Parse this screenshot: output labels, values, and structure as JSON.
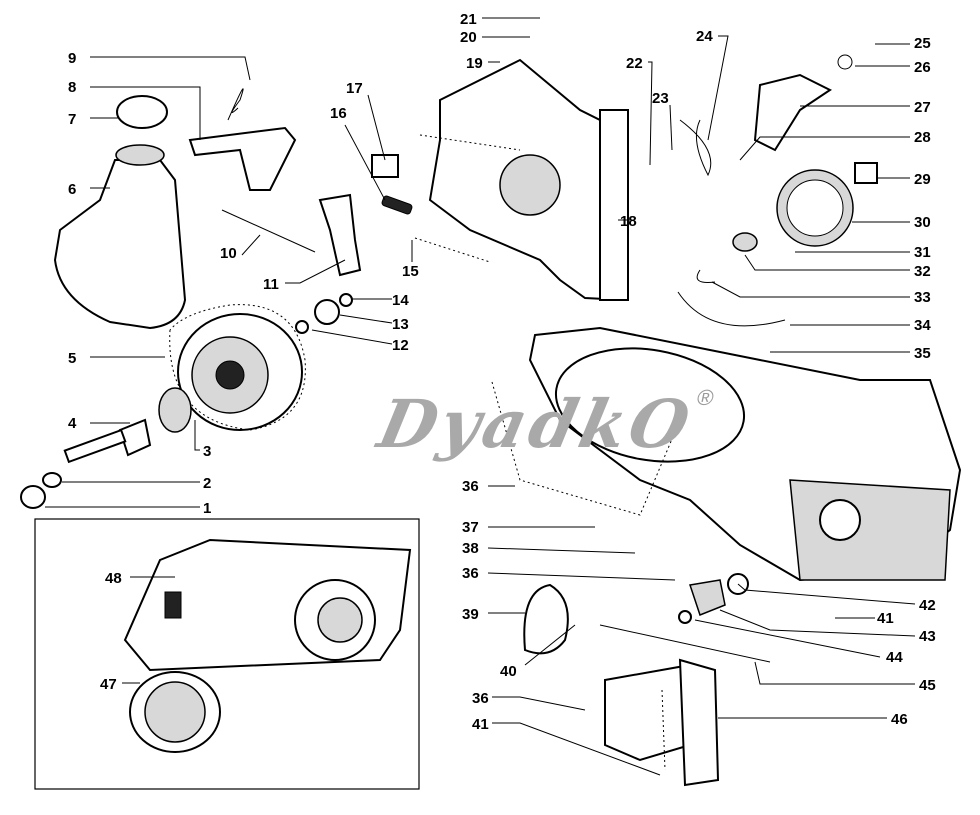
{
  "watermark": {
    "text": "DyadkO",
    "mark": "®"
  },
  "callouts": [
    "21",
    "20",
    "19",
    "24",
    "25",
    "26",
    "22",
    "23",
    "17",
    "16",
    "9",
    "8",
    "7",
    "6",
    "27",
    "28",
    "29",
    "30",
    "31",
    "32",
    "33",
    "34",
    "35",
    "18",
    "10",
    "11",
    "15",
    "14",
    "13",
    "12",
    "5",
    "4",
    "3",
    "2",
    "1",
    "36",
    "37",
    "38",
    "36",
    "39",
    "40",
    "41",
    "42",
    "43",
    "44",
    "45",
    "46",
    "36",
    "41",
    "48",
    "47"
  ]
}
